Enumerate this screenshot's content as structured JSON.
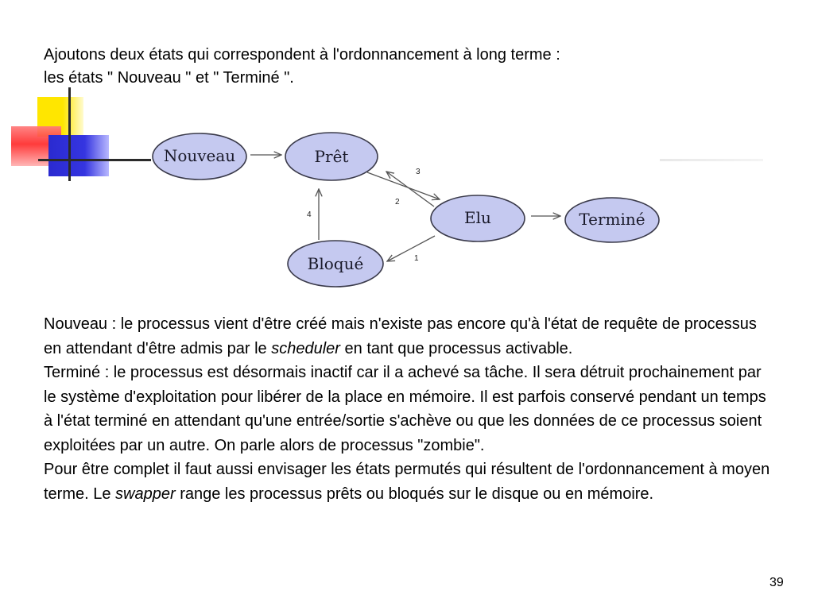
{
  "intro": {
    "line1": "Ajoutons deux états qui correspondent à l'ordonnancement à long terme :",
    "line2": "les états \" Nouveau \" et \" Terminé \"."
  },
  "diagram": {
    "nodes": {
      "nouveau": "Nouveau",
      "pret": "Prêt",
      "elu": "Elu",
      "termine": "Terminé",
      "bloque": "Bloqué"
    },
    "edge_labels": {
      "elu_to_bloque": "1",
      "elu_to_pret": "2",
      "pret_to_elu": "3",
      "bloque_to_pret": "4"
    },
    "colors": {
      "node_fill": "#c5c9f0",
      "node_stroke": "#3a3a4a",
      "arrow": "#555555"
    }
  },
  "body": {
    "p1_before": "Nouveau : le processus vient d'être créé mais n'existe pas encore qu'à l'état de requête de processus en attendant d'être admis par le ",
    "p1_italic": "scheduler",
    "p1_after": " en tant que processus activable.",
    "p2": "Terminé : le processus est désormais inactif car il a achevé sa tâche. Il sera détruit prochainement par le système d'exploitation pour libérer de la place en mémoire. Il est parfois conservé pendant un temps à l'état terminé en attendant qu'une entrée/sortie s'achève ou que les données de ce processus soient exploitées par un autre. On parle alors de processus \"zombie\".",
    "p3_before": "Pour être complet il faut aussi envisager les états permutés qui résultent de l'ordonnancement à moyen terme. Le ",
    "p3_italic": "swapper",
    "p3_after": " range les processus prêts ou bloqués sur le disque ou en mémoire."
  },
  "footer": {
    "page_number": "39"
  }
}
